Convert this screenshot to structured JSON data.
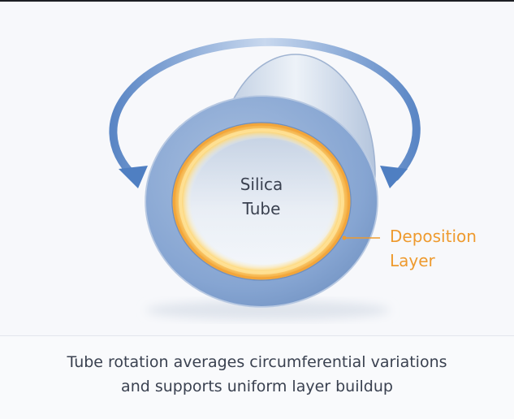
{
  "diagram": {
    "tube_label_line1": "Silica",
    "tube_label_line2": "Tube",
    "deposition_label_line1": "Deposition",
    "deposition_label_line2": "Layer",
    "caption_line1": "Tube rotation averages circumferential variations",
    "caption_line2": "and supports uniform layer buildup"
  },
  "colors": {
    "tube_blue": "#7f9fcf",
    "tube_light": "#dfe7f2",
    "deposition_orange": "#f0a43a",
    "label_orange": "#ee9a2e",
    "arrow_blue": "#5b86c4",
    "text_dark": "#3a4150"
  }
}
